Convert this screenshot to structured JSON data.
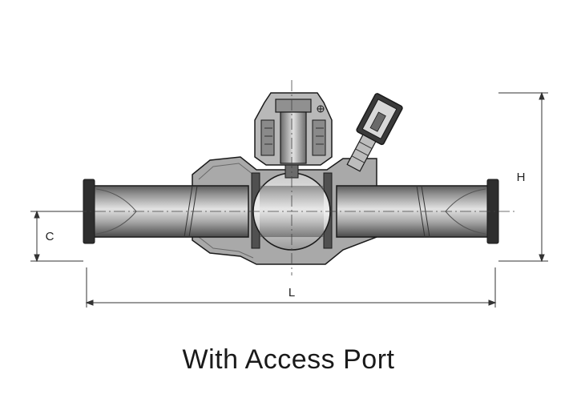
{
  "caption": "With Access Port",
  "dimensions": {
    "height_label": "H",
    "length_label": "L",
    "connection_label": "C"
  },
  "colors": {
    "ink": "#1a1a1a",
    "metal_dark": "#3a3a3a",
    "metal_mid": "#8a8a8a",
    "metal_light": "#d4d4d4",
    "body_fill": "#a6a6a6"
  }
}
